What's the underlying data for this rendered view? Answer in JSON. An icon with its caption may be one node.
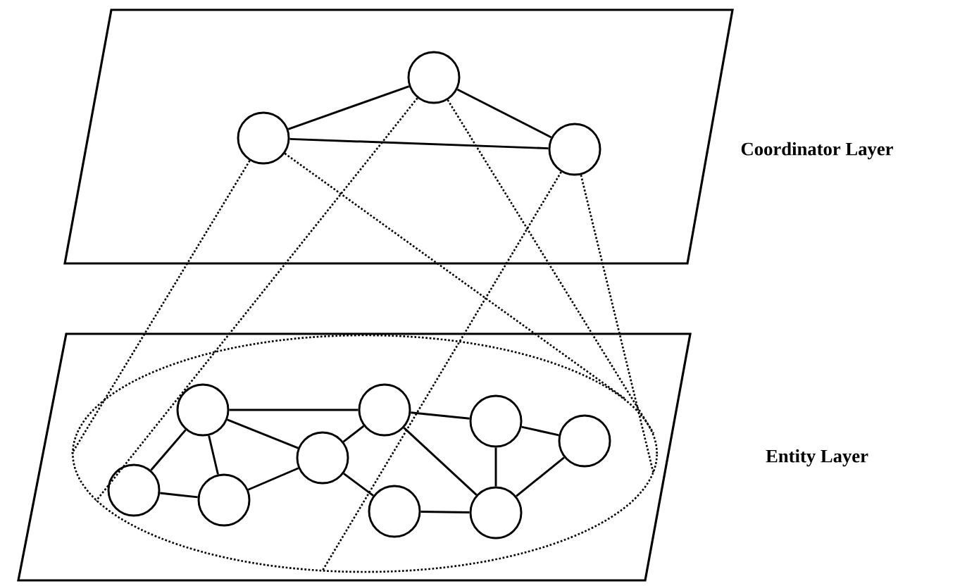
{
  "diagram": {
    "nodes": [
      {
        "text": [
          "Coordinator Layer"
        ]
      },
      {
        "text": [],
        "shape": "circle",
        "in": 0
      },
      {
        "text": [],
        "shape": "circle",
        "in": 0
      },
      {
        "text": [],
        "shape": "circle",
        "in": 0
      },
      {
        "text": [
          "Entity Layer"
        ]
      },
      {
        "text": [],
        "shape": "ellipse",
        "in": 4
      },
      {
        "text": [],
        "shape": "circle",
        "in": 5
      },
      {
        "text": [],
        "shape": "circle",
        "in": 5
      },
      {
        "text": [],
        "shape": "circle",
        "in": 5
      },
      {
        "text": [],
        "shape": "circle",
        "in": 5
      },
      {
        "text": [],
        "shape": "circle",
        "in": 5
      },
      {
        "text": [],
        "shape": "circle",
        "in": 5
      },
      {
        "text": [],
        "shape": "circle",
        "in": 5
      },
      {
        "text": [],
        "shape": "circle",
        "in": 5
      },
      {
        "text": [],
        "shape": "circle",
        "in": 5
      }
    ],
    "edges": [
      {
        "from": 1,
        "to": 2,
        "arrow": "none"
      },
      {
        "from": 2,
        "to": 3,
        "arrow": "none"
      },
      {
        "from": 1,
        "to": 3,
        "arrow": "none"
      },
      {
        "from": 1,
        "to": 5,
        "arrow": "none",
        "style": "dashed"
      },
      {
        "from": 1,
        "to": 5,
        "arrow": "none",
        "style": "dashed"
      },
      {
        "from": 2,
        "to": 5,
        "arrow": "none",
        "style": "dashed"
      },
      {
        "from": 2,
        "to": 5,
        "arrow": "none",
        "style": "dashed"
      },
      {
        "from": 3,
        "to": 5,
        "arrow": "none",
        "style": "dashed"
      },
      {
        "from": 3,
        "to": 5,
        "arrow": "none",
        "style": "dashed"
      },
      {
        "from": 6,
        "to": 10,
        "arrow": "none"
      },
      {
        "from": 6,
        "to": 9,
        "arrow": "none"
      },
      {
        "from": 6,
        "to": 7,
        "arrow": "none"
      },
      {
        "from": 6,
        "to": 8,
        "arrow": "none"
      },
      {
        "from": 7,
        "to": 8,
        "arrow": "none"
      },
      {
        "from": 8,
        "to": 9,
        "arrow": "none"
      },
      {
        "from": 9,
        "to": 10,
        "arrow": "none"
      },
      {
        "from": 9,
        "to": 13,
        "arrow": "none"
      },
      {
        "from": 10,
        "to": 11,
        "arrow": "none"
      },
      {
        "from": 10,
        "to": 14,
        "arrow": "none"
      },
      {
        "from": 11,
        "to": 12,
        "arrow": "none"
      },
      {
        "from": 11,
        "to": 14,
        "arrow": "none"
      },
      {
        "from": 12,
        "to": 14,
        "arrow": "none"
      },
      {
        "from": 13,
        "to": 14,
        "arrow": "none"
      }
    ]
  }
}
